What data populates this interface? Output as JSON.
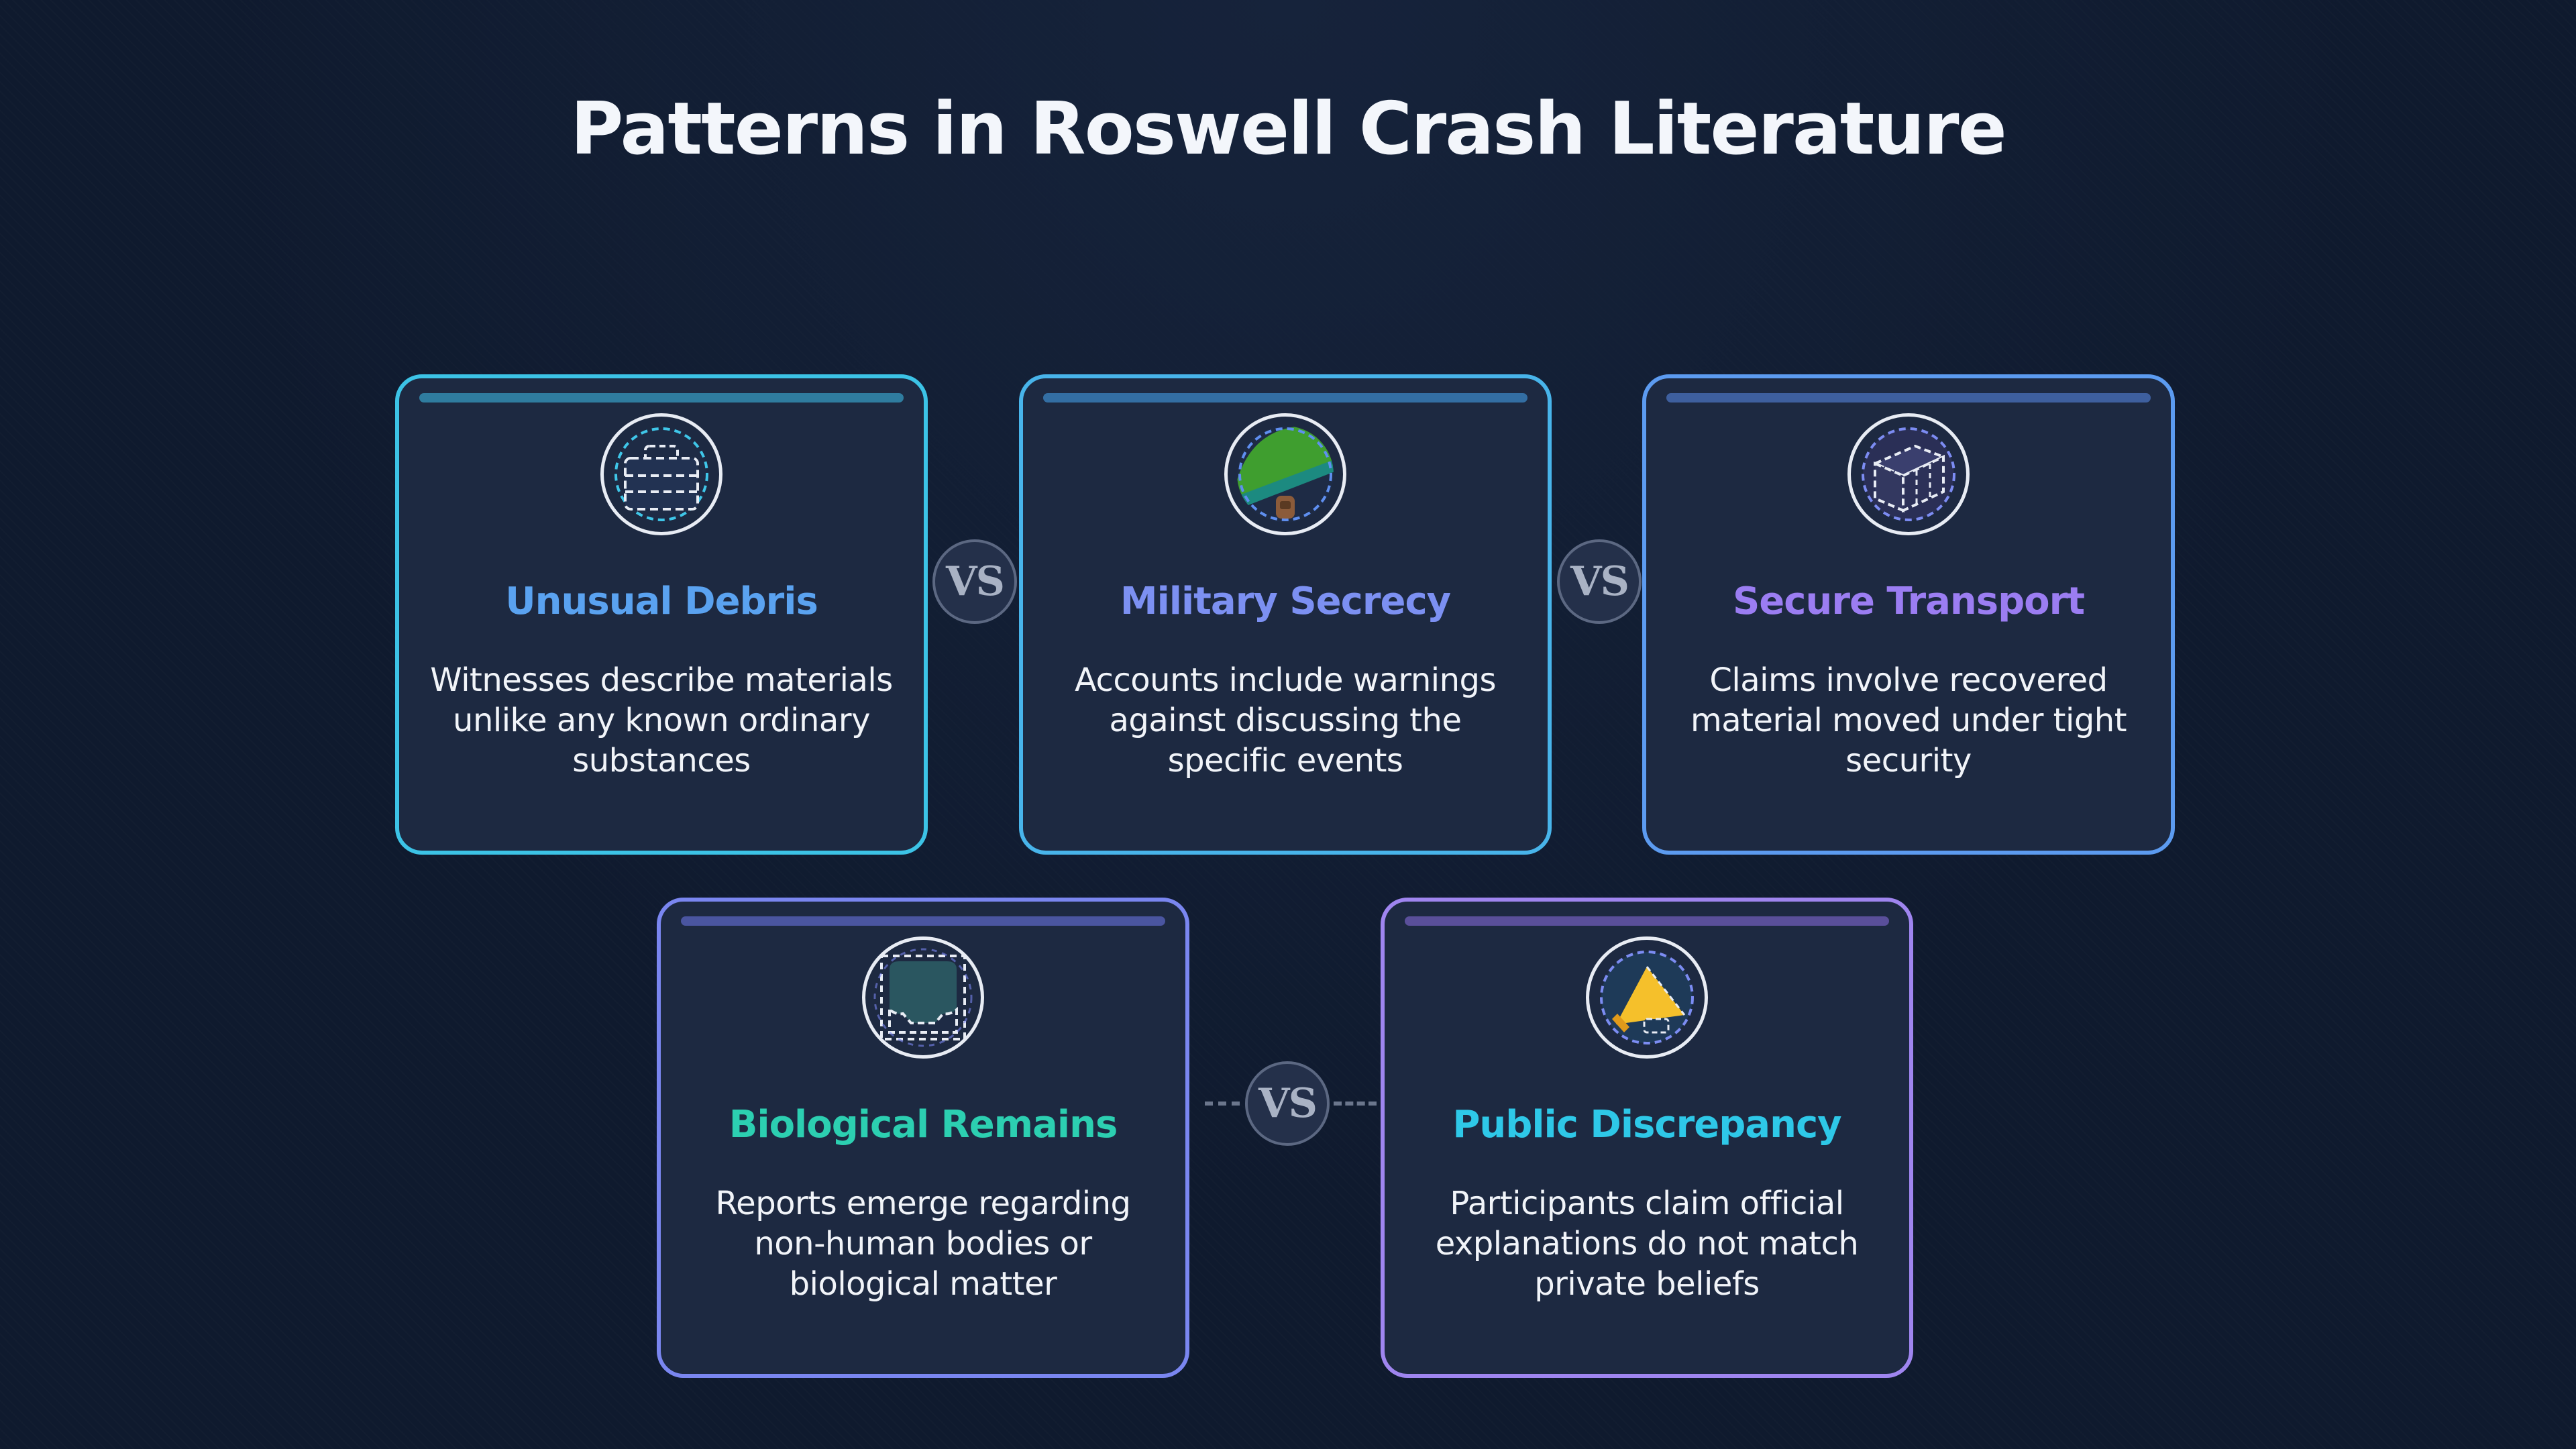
{
  "title": "Patterns in Roswell Crash Literature",
  "cards": [
    {
      "title": "Unusual Debris",
      "description": "Witnesses describe materials unlike any known ordinary substances",
      "icon": "briefcase-icon",
      "title_color": "#5aa2f0",
      "border_color": "#3cc3e6",
      "bar_color": "#2f7c9f"
    },
    {
      "title": "Military Secrecy",
      "description": "Accounts include warnings against discussing the specific events",
      "icon": "helmet-icon",
      "title_color": "#7c90f2",
      "border_color": "#48b4ea",
      "bar_color": "#336ea3"
    },
    {
      "title": "Secure Transport",
      "description": "Claims involve recovered material moved under tight security",
      "icon": "crate-icon",
      "title_color": "#9b7df2",
      "border_color": "#5c9bf0",
      "bar_color": "#3e5f9e"
    },
    {
      "title": "Biological Remains",
      "description": "Reports emerge regarding non-human bodies or biological matter",
      "icon": "specimen-icon",
      "title_color": "#2ccfb1",
      "border_color": "#7a86f0",
      "bar_color": "#4a55a0"
    },
    {
      "title": "Public Discrepancy",
      "description": "Participants claim official explanations do not match private beliefs",
      "icon": "megaphone-icon",
      "title_color": "#2ec8e8",
      "border_color": "#9f85ef",
      "bar_color": "#5a4f9a"
    }
  ],
  "vs_label": "VS"
}
